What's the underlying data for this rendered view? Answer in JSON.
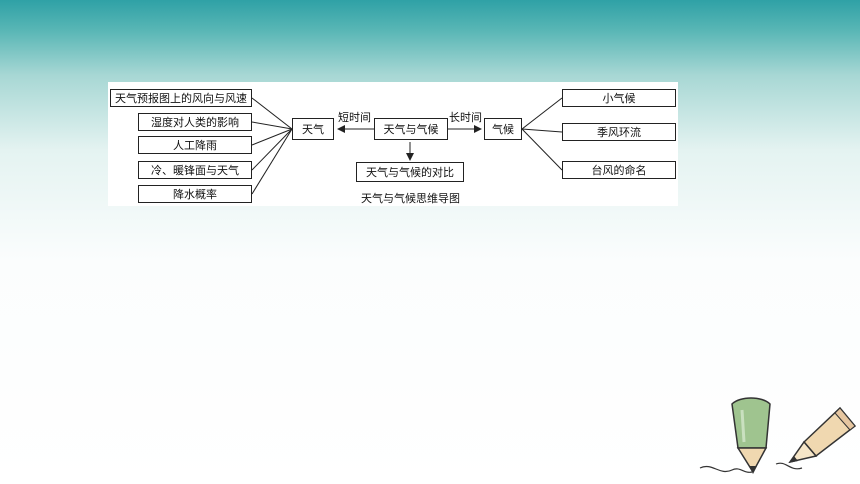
{
  "diagram": {
    "center": "天气与气候",
    "left_hub": "天气",
    "right_hub": "气候",
    "left_edge_label": "短时间",
    "right_edge_label": "长时间",
    "bottom_node": "天气与气候的对比",
    "caption": "天气与气候思维导图",
    "weather_items": [
      "天气预报图上的风向与风速",
      "湿度对人类的影响",
      "人工降雨",
      "冷、暖锋面与天气",
      "降水概率"
    ],
    "climate_items": [
      "小气候",
      "季风环流",
      "台风的命名"
    ]
  },
  "colors": {
    "teal": "#2fa1a6",
    "pencil_green": "#9fc48f",
    "pencil_tan": "#f0d8b0"
  }
}
